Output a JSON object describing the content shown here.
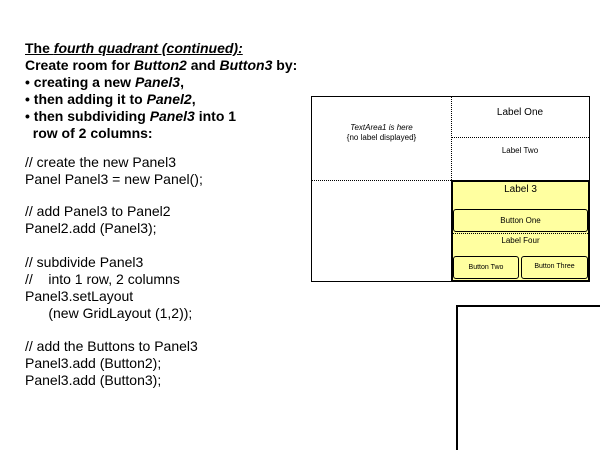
{
  "heading": {
    "prefix": "The ",
    "italic": "fourth quadrant (continued):"
  },
  "intro": {
    "p1": "Create room for ",
    "i1": "Button2",
    "p2": " and ",
    "i2": "Button3",
    "p3": " by:"
  },
  "bullets": [
    {
      "a": "• creating a new ",
      "i": "Panel3",
      "b": ","
    },
    {
      "a": "• then adding it to ",
      "i": "Panel2",
      "b": ","
    },
    {
      "a": "• then subdividing ",
      "i": "Panel3",
      "b": " into 1"
    },
    {
      "a": "  row of 2 columns:",
      "i": "",
      "b": ""
    }
  ],
  "code": [
    "// create the new Panel3",
    "Panel Panel3 = new Panel();",
    "// add Panel3 to Panel2",
    "Panel2.add (Panel3);",
    "// subdivide Panel3",
    "//    into 1 row, 2 columns",
    "Panel3.setLayout",
    "      (new GridLayout (1,2));",
    "// add the Buttons to Panel3",
    "Panel3.add (Button2);",
    "Panel3.add (Button3);"
  ],
  "diagram": {
    "textarea_line1": "TextArea1 is here",
    "textarea_line2": "{no label displayed}",
    "label_one": "Label One",
    "label_two": "Label Two",
    "label_3": "Label 3",
    "button_one": "Button One",
    "label_four": "Label Four",
    "button_two": "Button Two",
    "button_three": "Button Three",
    "highlight_color": "#ffffa0"
  }
}
